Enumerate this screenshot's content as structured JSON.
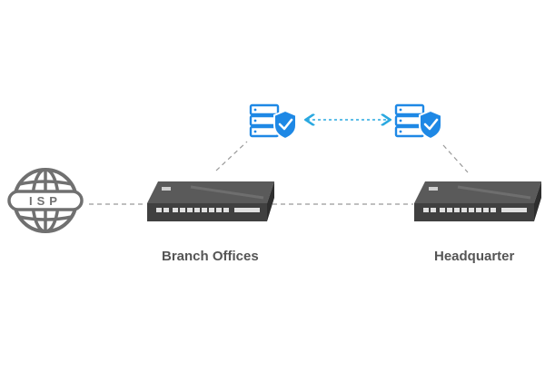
{
  "diagram": {
    "isp": {
      "label": "ISP"
    },
    "branch": {
      "label": "Branch Offices"
    },
    "headquarter": {
      "label": "Headquarter"
    },
    "colors": {
      "line": "#999999",
      "device": "#404040",
      "device_top": "#5a5a5a",
      "shield": "#1e88e5",
      "tunnel": "#29a8e0",
      "globe": "#707070",
      "label": "#555555"
    },
    "icons": {
      "isp": "globe-icon",
      "security": "secure-server-icon",
      "device": "router-switch-icon"
    }
  }
}
